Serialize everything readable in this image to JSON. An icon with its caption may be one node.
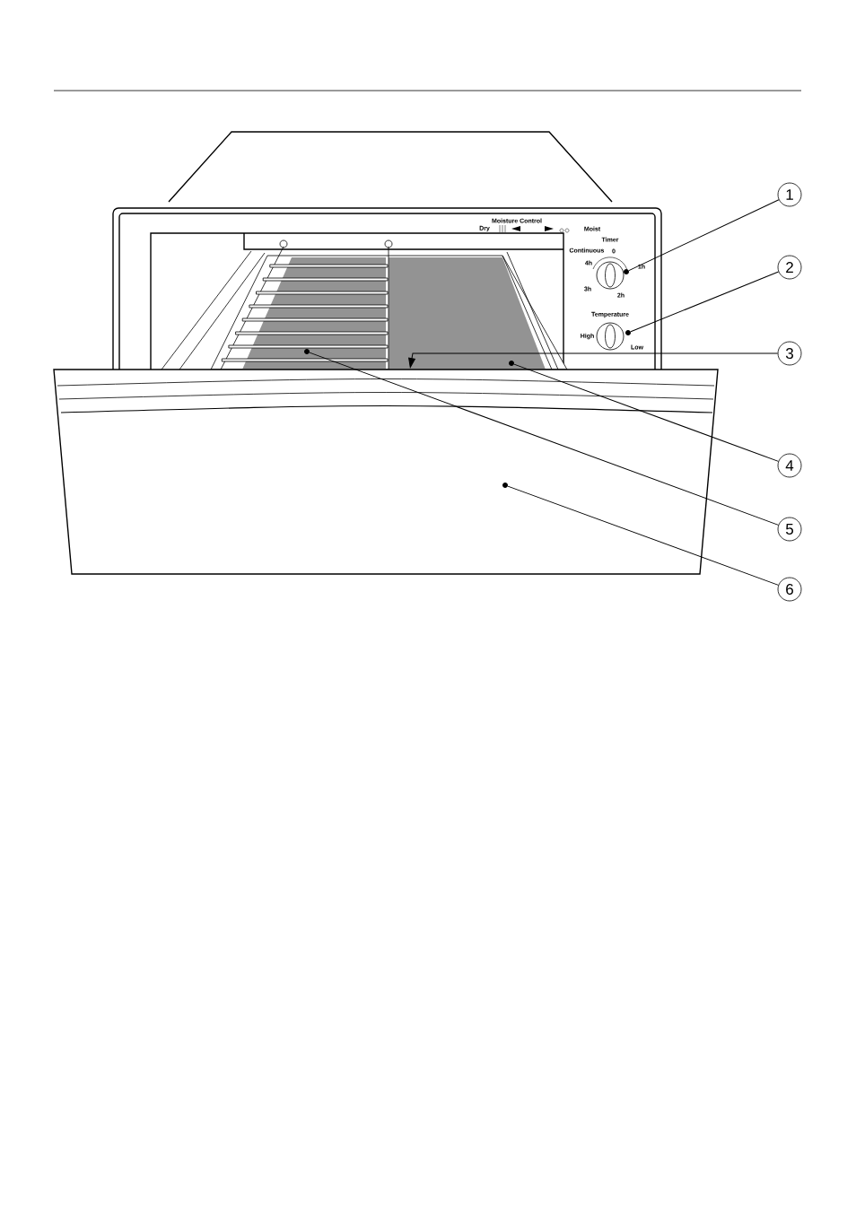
{
  "diagram": {
    "nodes": [
      {
        "text": [
          "1"
        ]
      },
      {
        "text": [
          "2"
        ]
      },
      {
        "text": [
          "3"
        ]
      },
      {
        "text": [
          "4"
        ]
      },
      {
        "text": [
          "5"
        ]
      },
      {
        "text": [
          "6"
        ]
      },
      {
        "text": [],
        "shape": "circle"
      },
      {
        "text": [],
        "shape": "circle"
      },
      {
        "text": [],
        "shape": "circle"
      },
      {
        "text": [],
        "shape": "circle"
      },
      {
        "text": [],
        "shape": "circle"
      }
    ],
    "edges": [
      {
        "from": 0,
        "to": 6,
        "arrow": "none"
      },
      {
        "from": 1,
        "to": 7,
        "arrow": "none"
      },
      {
        "from": 2,
        "to": null,
        "arrow": "to"
      },
      {
        "from": 3,
        "to": 8,
        "arrow": "none"
      },
      {
        "from": 4,
        "to": 9,
        "arrow": "none"
      },
      {
        "from": 5,
        "to": 10,
        "arrow": "none"
      }
    ],
    "labels": [
      "Moisture Control",
      "Dry",
      "Moist",
      "Timer",
      "0",
      "Continuous",
      "4h",
      "1h",
      "3h",
      "2h",
      "Temperature",
      "High",
      "Low"
    ]
  }
}
